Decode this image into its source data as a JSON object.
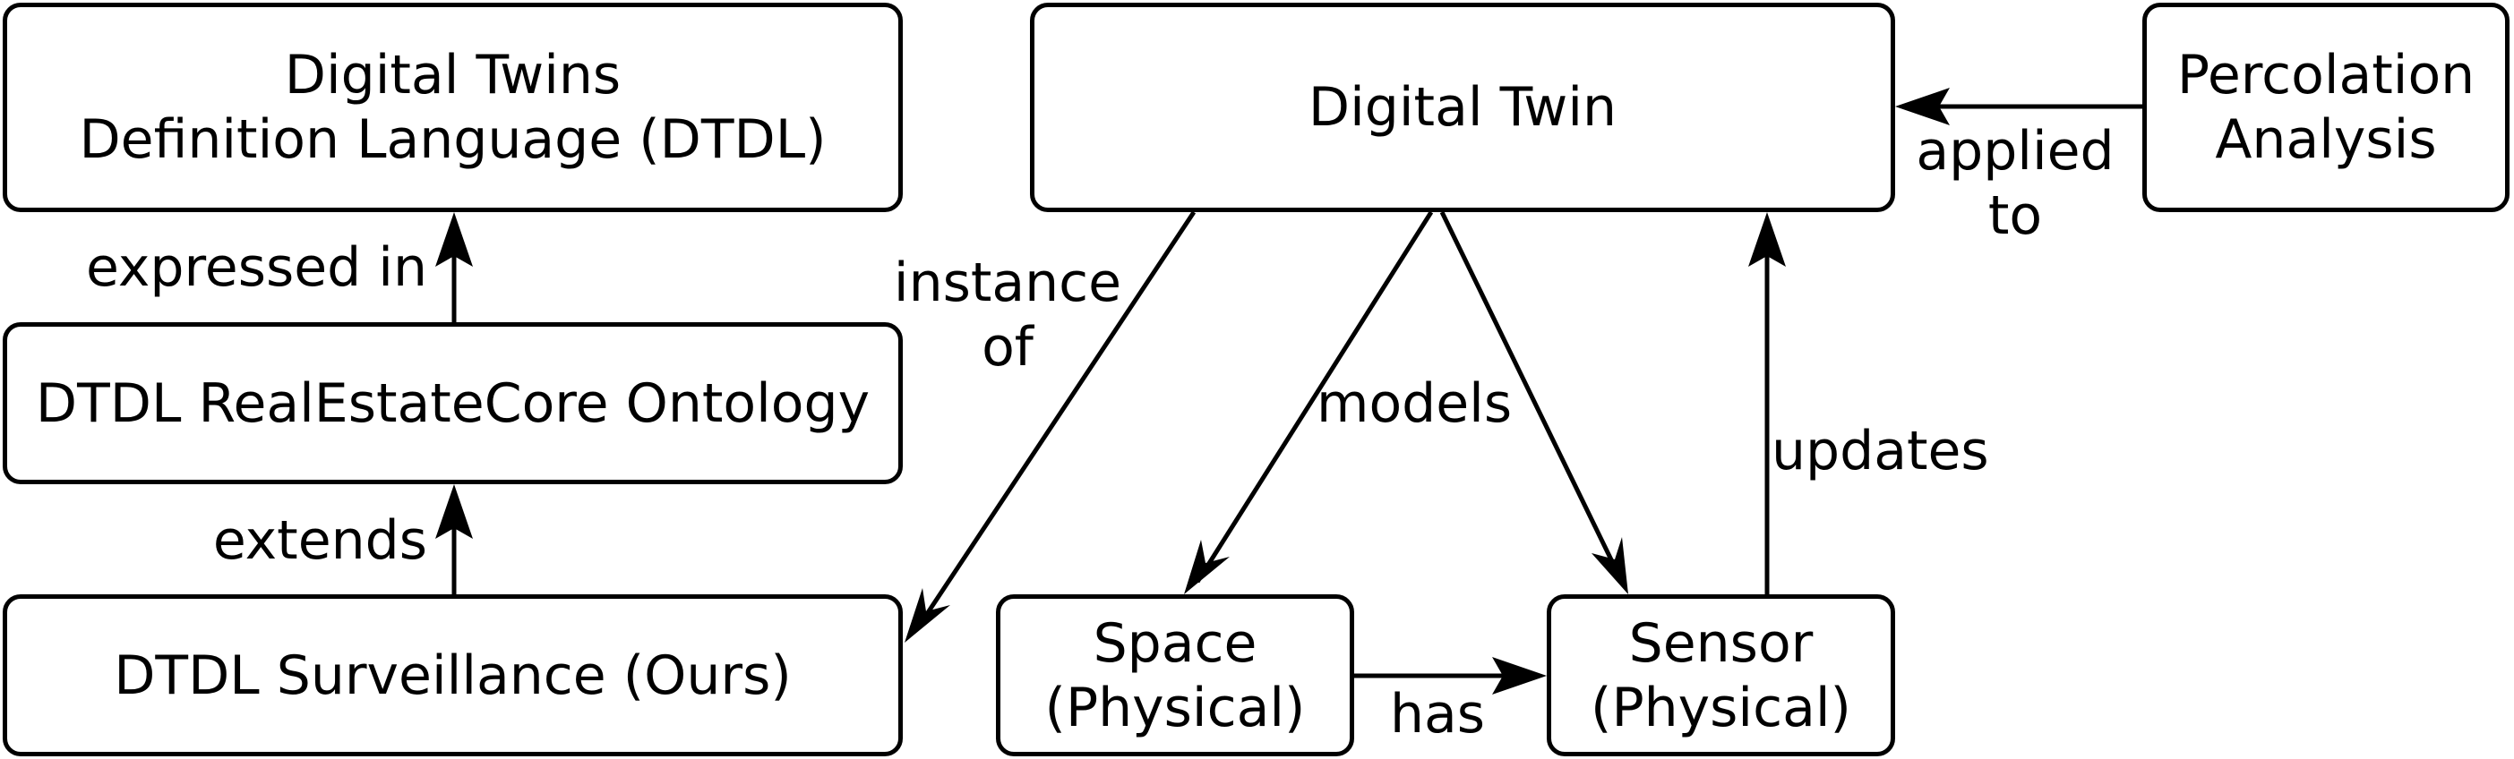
{
  "nodes": {
    "dtdl": {
      "line1": "Digital Twins",
      "line2": "Definition Language (DTDL)"
    },
    "rec": {
      "line1": "DTDL RealEstateCore Ontology"
    },
    "surveillance": {
      "line1": "DTDL Surveillance (Ours)"
    },
    "digital_twin": {
      "line1": "Digital Twin"
    },
    "percolation": {
      "line1": "Percolation",
      "line2": "Analysis"
    },
    "space": {
      "line1": "Space",
      "line2": "(Physical)"
    },
    "sensor": {
      "line1": "Sensor",
      "line2": "(Physical)"
    }
  },
  "edges": {
    "expressed_in": "expressed in",
    "extends": "extends",
    "instance_of": {
      "line1": "instance",
      "line2": "of"
    },
    "models": "models",
    "updates": "updates",
    "applied_to": {
      "line1": "applied",
      "line2": "to"
    },
    "has": "has"
  },
  "colors": {
    "stroke": "#000000",
    "background": "#ffffff"
  }
}
